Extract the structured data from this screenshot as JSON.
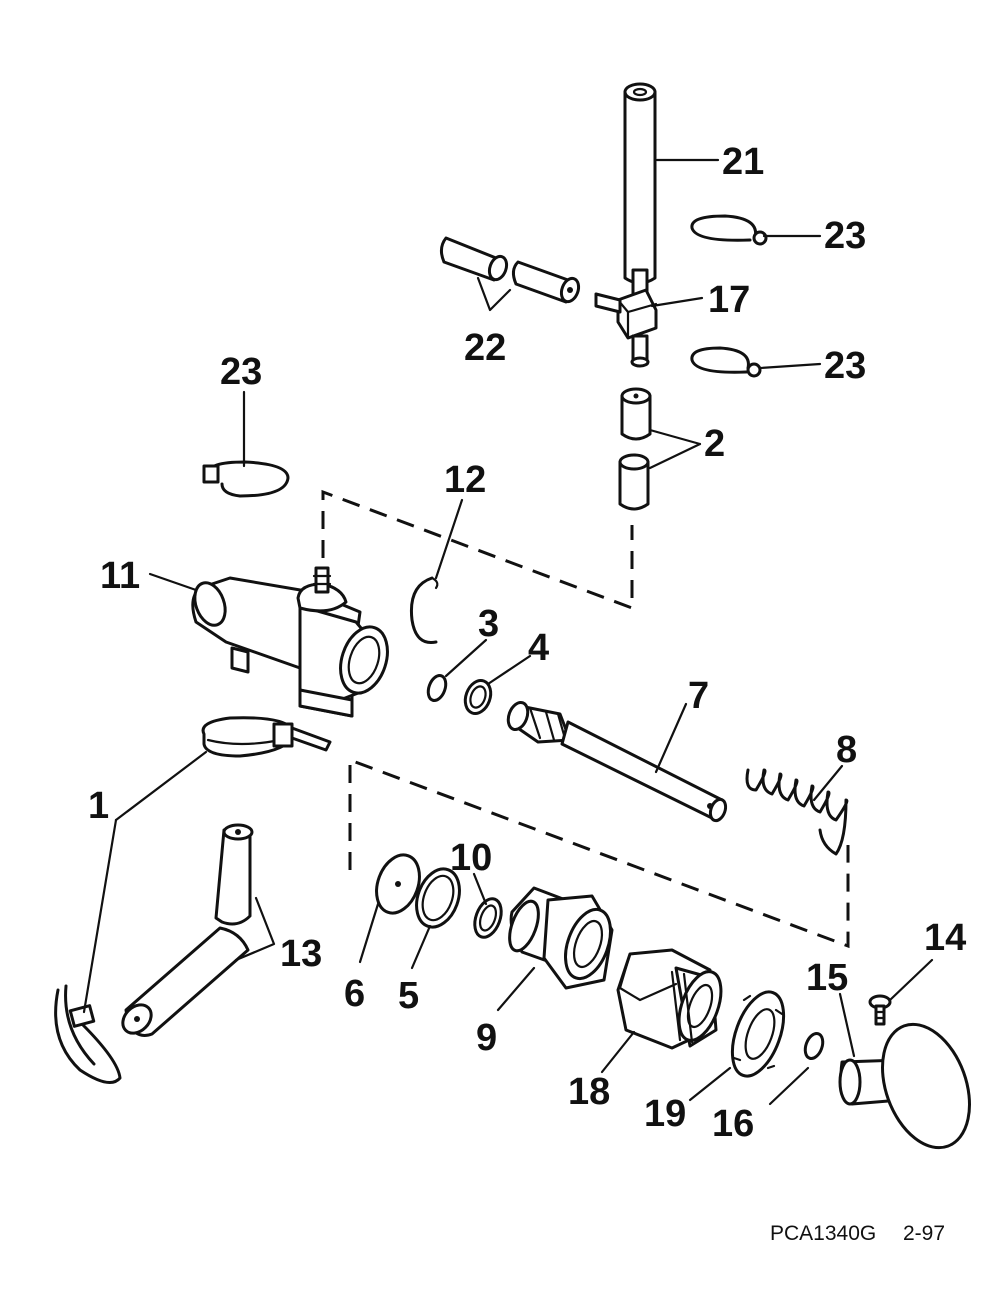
{
  "diagram": {
    "callouts": {
      "c1": "1",
      "c2": "2",
      "c3": "3",
      "c4": "4",
      "c5": "5",
      "c6": "6",
      "c7": "7",
      "c8": "8",
      "c9": "9",
      "c10": "10",
      "c11": "11",
      "c12": "12",
      "c13": "13",
      "c14": "14",
      "c15": "15",
      "c16": "16",
      "c17": "17",
      "c18": "18",
      "c19": "19",
      "c21": "21",
      "c22": "22",
      "c23a": "23",
      "c23b": "23",
      "c23c": "23"
    },
    "drawing_code": "PCA1340G",
    "revision": "2-97"
  }
}
